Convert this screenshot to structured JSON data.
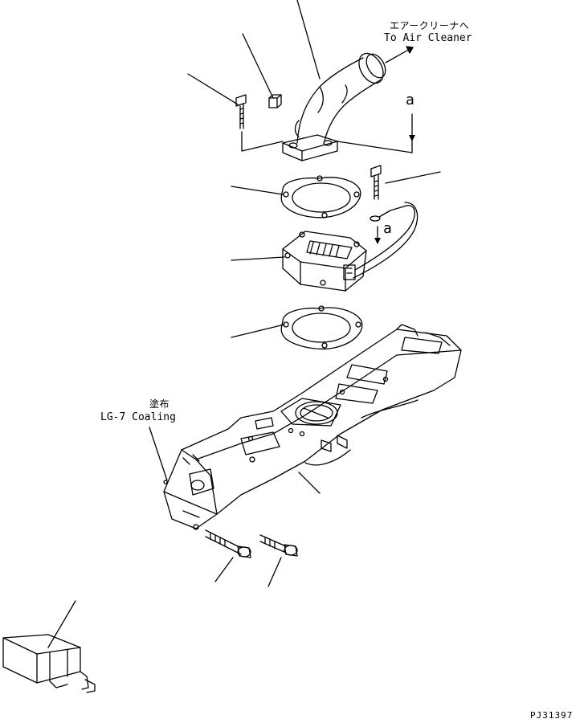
{
  "labels": {
    "air_cleaner_jp": "エアークリーナへ",
    "air_cleaner_en": "To Air Cleaner",
    "view_a_top": "a",
    "view_a_mid": "a",
    "coating_jp": "塗布",
    "coating_en": "LG-7 Coaling",
    "drawing_id": "PJ31397"
  },
  "colors": {
    "line": "#000000",
    "background": "#ffffff"
  }
}
